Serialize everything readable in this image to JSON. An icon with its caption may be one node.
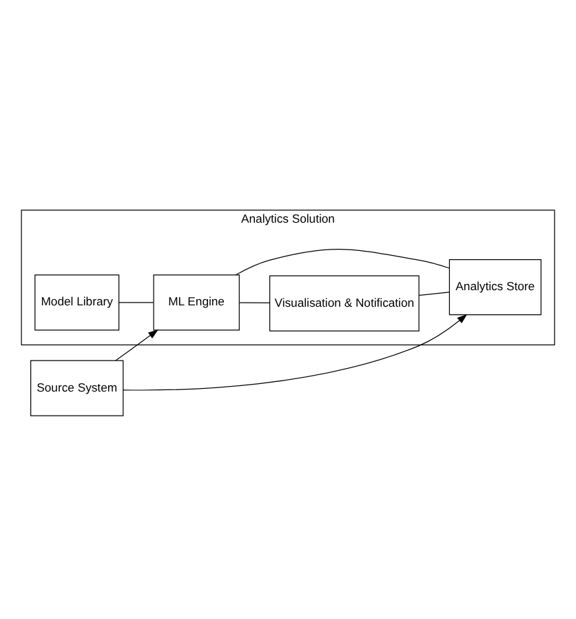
{
  "diagram": {
    "nodes": [
      {
        "text": [
          "Analytics Solution"
        ]
      },
      {
        "text": [
          "Model Library"
        ],
        "in": 0
      },
      {
        "text": [
          "ML Engine"
        ],
        "in": 0
      },
      {
        "text": [
          "Visualisation & Notification"
        ],
        "in": 0
      },
      {
        "text": [
          "Analytics Store"
        ],
        "in": 0
      },
      {
        "text": [
          "Source System"
        ]
      }
    ],
    "edges": [
      {
        "from": 1,
        "to": 2,
        "arrow": "none"
      },
      {
        "from": 2,
        "to": 3,
        "arrow": "none"
      },
      {
        "from": 2,
        "to": 4,
        "arrow": "none"
      },
      {
        "from": 3,
        "to": 4,
        "arrow": "none"
      },
      {
        "from": 5,
        "to": 2,
        "arrow": "to"
      },
      {
        "from": 5,
        "to": 4,
        "arrow": "to"
      }
    ]
  }
}
